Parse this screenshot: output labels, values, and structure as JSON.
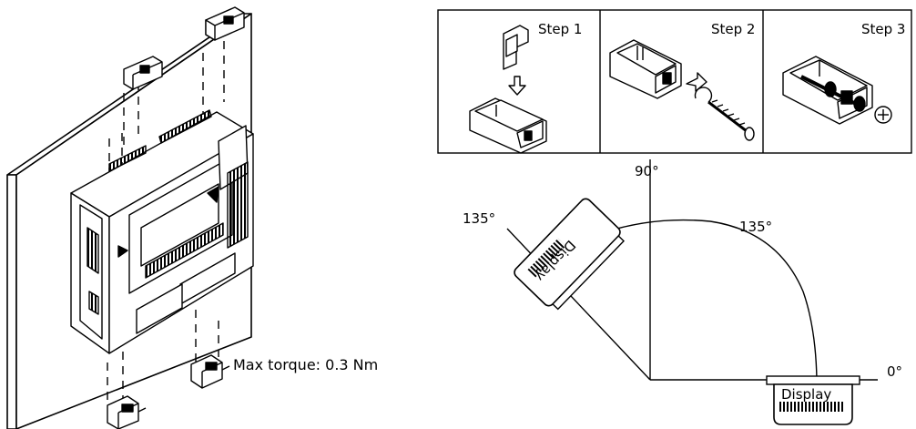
{
  "panel_mounting": {
    "torque_label": "Max torque: 0.3 Nm"
  },
  "clamp_assembly": {
    "steps": [
      {
        "label": "Step 1"
      },
      {
        "label": "Step 2"
      },
      {
        "label": "Step 3"
      }
    ]
  },
  "angle_diagram": {
    "label_90": "90°",
    "label_135_left": "135°",
    "label_135_right": "135°",
    "label_0": "0°",
    "display_label_tilted": "Display",
    "display_label_flat": "Display"
  }
}
